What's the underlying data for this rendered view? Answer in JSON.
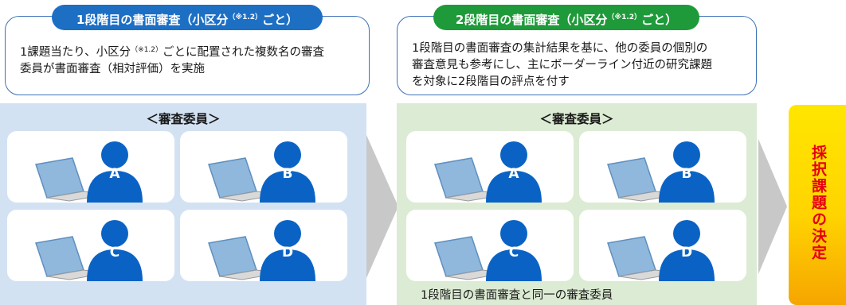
{
  "stage1": {
    "heading_main": "1段階目の書面審査（小区分",
    "heading_note": "（※1.2）",
    "heading_end": "ごと）",
    "desc_a": "1課題当たり、小区分",
    "desc_note": "（※1.2）",
    "desc_b": "ごとに配置された複数名の審査",
    "desc_line2": "委員が書面審査（相対評価）を実施",
    "panel_title": "＜審査委員＞",
    "reviewers": [
      "A",
      "B",
      "C",
      "D"
    ]
  },
  "stage2": {
    "heading_main": "2段階目の書面審査（小区分",
    "heading_note": "（※1.2）",
    "heading_end": "ごと）",
    "desc_line1": "1段階目の書面審査の集計結果を基に、他の委員の個別の",
    "desc_line2": "審査意見も参考にし、主にボーダーライン付近の研究課題",
    "desc_line3": "を対象に2段階目の評点を付す",
    "panel_title": "＜審査委員＞",
    "reviewers": [
      "A",
      "B",
      "C",
      "D"
    ],
    "note": "1段階目の書面審査と同一の審査委員"
  },
  "decision": {
    "label": "採択課題の決定"
  },
  "colors": {
    "stage1_heading": "#1d6fc4",
    "stage2_heading": "#1f9a3a",
    "outline": "#3e73b8",
    "stage1_panel": "#d3e2f2",
    "stage2_panel": "#dcebd3",
    "person": "#0a63c4",
    "laptop": "#8fb8dc",
    "arrow": "#c8c8c8",
    "decision_text": "#e60012"
  },
  "icons": [
    "person-icon",
    "laptop-icon",
    "arrow-right-icon"
  ]
}
